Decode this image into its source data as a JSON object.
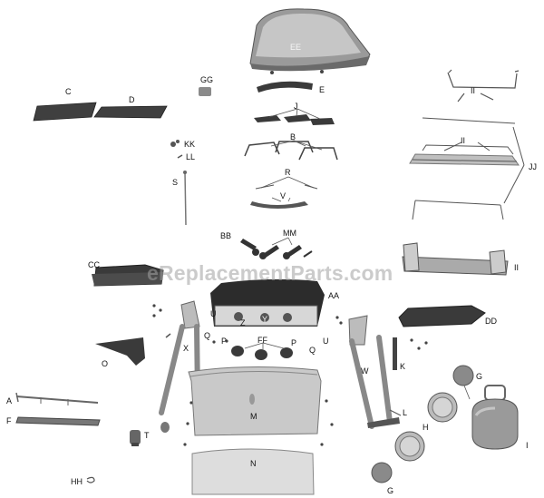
{
  "watermark": "eReplacementParts.com",
  "labels": {
    "EE": "EE",
    "GG": "GG",
    "E": "E",
    "C": "C",
    "D": "D",
    "J": "J",
    "B": "B",
    "KK": "KK",
    "LL": "LL",
    "R": "R",
    "S": "S",
    "V": "V",
    "II_top": "II",
    "II_mid": "II",
    "II_low": "II",
    "JJ": "JJ",
    "BB": "BB",
    "MM": "MM",
    "CC": "CC",
    "AA": "AA",
    "DD": "DD",
    "U_left": "U",
    "U_right": "U",
    "Z": "Z",
    "Y": "Y",
    "Q_left": "Q",
    "Q_right": "Q",
    "P_left": "P",
    "P_right": "P",
    "FF": "FF",
    "X": "X",
    "O": "O",
    "W": "W",
    "K": "K",
    "A": "A",
    "F": "F",
    "M": "M",
    "L": "L",
    "G_top": "G",
    "G_bottom": "G",
    "H": "H",
    "I": "I",
    "T": "T",
    "N": "N",
    "HH": "HH"
  },
  "colors": {
    "part_dark": "#3a3a3a",
    "part_mid": "#8a8a8a",
    "part_light": "#d2d2d2",
    "line": "#555555"
  }
}
